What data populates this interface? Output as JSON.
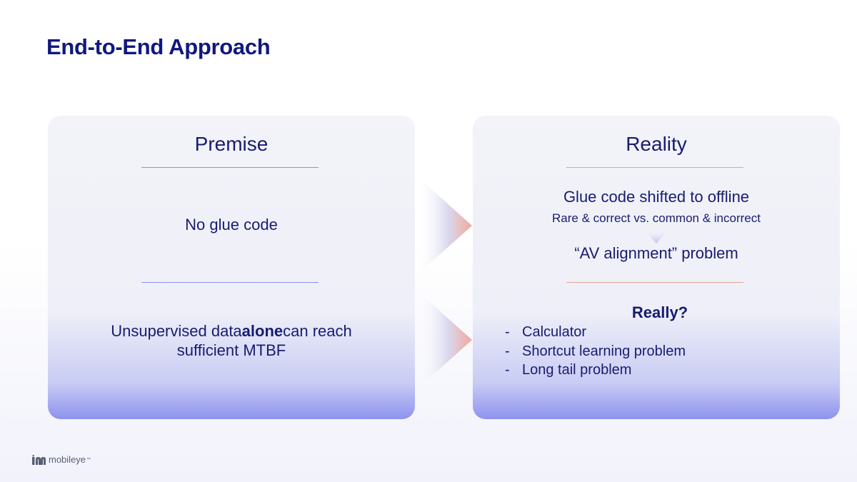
{
  "slide": {
    "title": "End-to-End Approach"
  },
  "premise": {
    "heading": "Premise",
    "item1": "No glue code",
    "item2_prefix": "Unsupervised data",
    "item2_bold": "alone",
    "item2_suffix": "can reach",
    "item2_line2": "sufficient MTBF"
  },
  "reality": {
    "heading": "Reality",
    "line1": "Glue code shifted to offline",
    "line2": "Rare & correct vs. common & incorrect",
    "line3": "“AV alignment” problem",
    "question": "Really?",
    "bullets": [
      "Calculator",
      "Shortcut learning problem",
      "Long tail problem"
    ]
  },
  "footer": {
    "logo_text": "mobileye",
    "logo_tm": "™"
  },
  "colors": {
    "title": "#101880",
    "text": "#171c70",
    "rule_blue": "#8a93ea",
    "rule_red": "#e5a49a"
  }
}
